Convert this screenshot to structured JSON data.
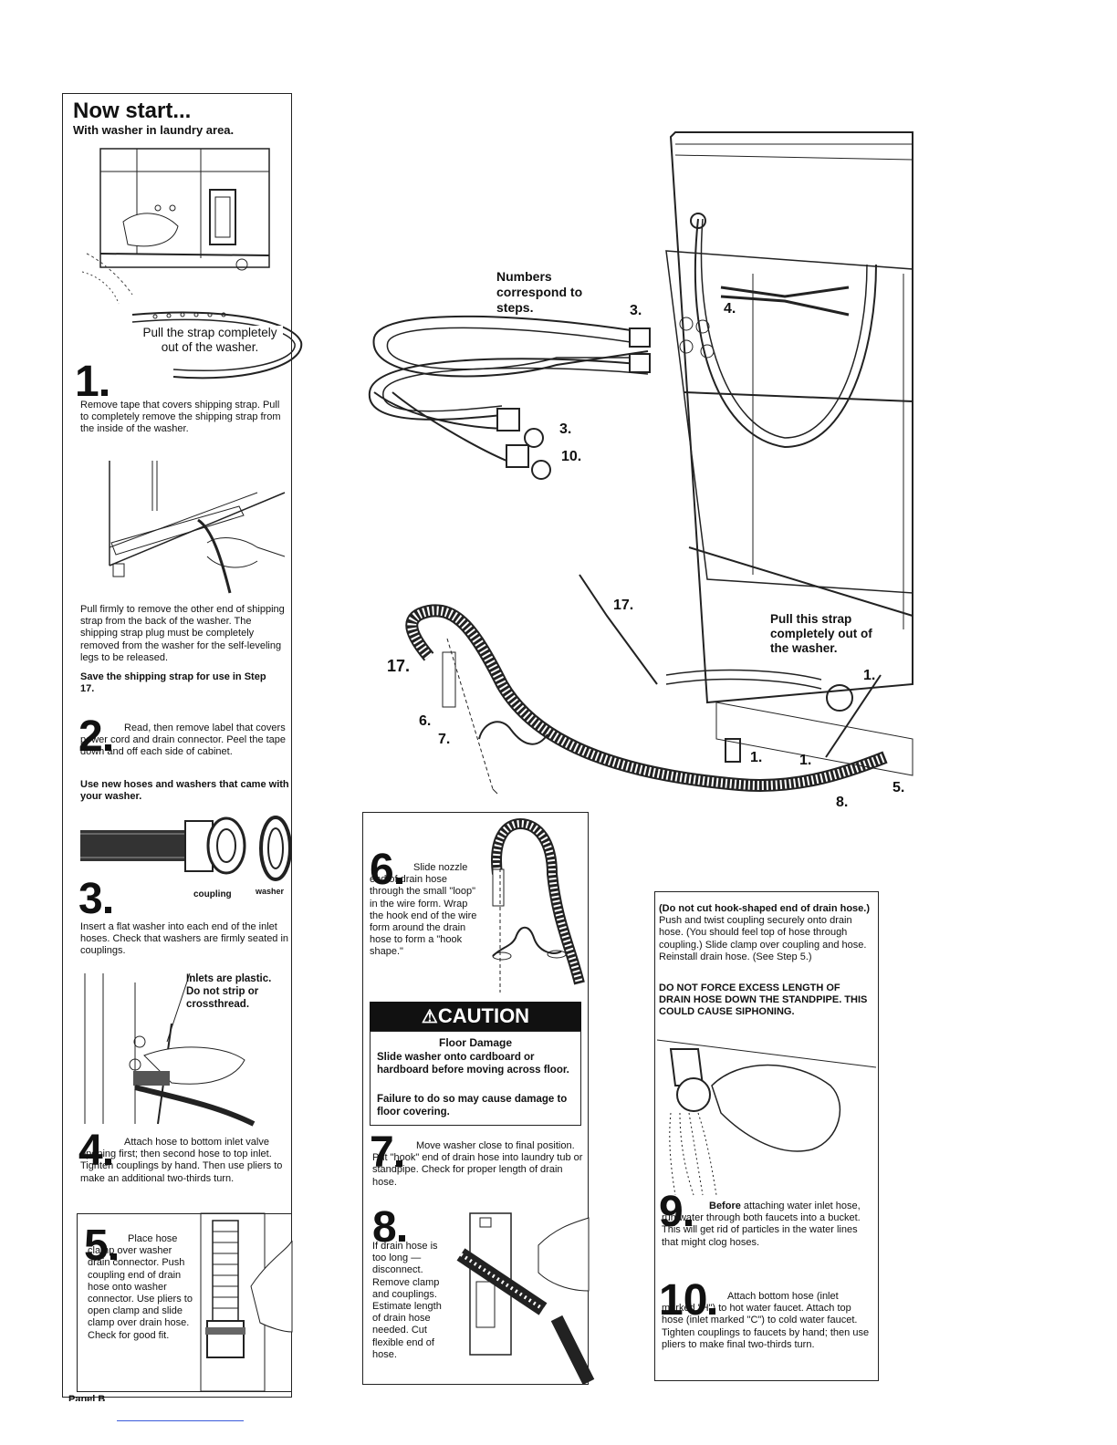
{
  "left_panel": {
    "heading": "Now start...",
    "subheading": "With washer in laundry area.",
    "strap_pull_label": "Pull the strap completely out of the washer.",
    "step1": {
      "number": "1",
      "text": "Remove tape that covers shipping strap. Pull to completely remove the shipping strap from the inside of the washer."
    },
    "step1b": {
      "text": "Pull firmly to remove the other end of shipping strap from the back of the washer. The shipping strap plug must be completely removed from the washer for the self-leveling legs to be released.",
      "note": "Save the shipping strap for use in Step 17."
    },
    "step2": {
      "number": "2",
      "text": "Read, then remove label that covers power cord and drain connector. Peel the tape down and off each side of cabinet.",
      "note": "Use new hoses and washers that came with your washer."
    },
    "step3": {
      "number": "3",
      "label_coupling": "coupling",
      "label_washer": "washer",
      "text": "Insert a flat washer into each end of the inlet hoses. Check that washers are firmly seated in couplings."
    },
    "inlets_note": "Inlets are plastic. Do not strip or crossthread.",
    "step4": {
      "number": "4",
      "text": "Attach hose to bottom inlet valve opening first; then second hose to top inlet. Tighten couplings by hand. Then use pliers to make an additional two-thirds turn."
    },
    "step5": {
      "number": "5",
      "text": "Place hose clamp over washer drain connector. Push coupling end of drain hose onto washer connector. Use pliers to open clamp and slide clamp over drain hose. Check for good fit."
    },
    "footer": "Panel B"
  },
  "diagram": {
    "numbers_note": "Numbers correspond to steps.",
    "pull_strap_note": "Pull this strap completely out of the washer.",
    "callouts": [
      "3.",
      "3.",
      "10.",
      "4.",
      "17.",
      "17.",
      "6.",
      "7.",
      "1.",
      "1.",
      "1.",
      "5.",
      "8."
    ]
  },
  "step6_box": {
    "number": "6",
    "text": "Slide nozzle end of drain hose through the small \"loop\" in the wire form. Wrap the hook end of the wire form around the drain hose to form a \"hook shape.\"",
    "caution": {
      "title": "CAUTION",
      "subtitle": "Floor Damage",
      "line1": "Slide washer onto cardboard or hardboard before moving across floor.",
      "line2": "Failure to do so may cause damage to floor covering."
    }
  },
  "step7": {
    "number": "7",
    "text": "Move washer close to final position. Put \"hook\" end of drain hose into laundry tub or standpipe. Check for proper length of drain hose."
  },
  "step8": {
    "number": "8",
    "text": "If drain hose is too long — disconnect. Remove clamp and couplings. Estimate length of drain hose needed. Cut flexible end of hose."
  },
  "right_box": {
    "intro_bold": "(Do not cut hook-shaped end of drain hose.)",
    "intro_text": "Push and twist coupling securely onto drain hose. (You should feel top of hose through coupling.) Slide clamp over coupling and hose. Reinstall drain hose. (See Step 5.)",
    "warning": "DO NOT FORCE EXCESS LENGTH OF DRAIN HOSE DOWN THE STANDPIPE. THIS COULD CAUSE SIPHONING.",
    "step9": {
      "number": "9",
      "bold": "Before",
      "text": "attaching water inlet hose, run water through both faucets into a bucket. This will get rid of particles in the water lines that might clog hoses."
    },
    "step10": {
      "number": "10",
      "text": "Attach bottom hose (inlet marked \"H\") to hot water faucet. Attach top hose (inlet marked \"C\") to cold water faucet. Tighten couplings to faucets by hand; then use pliers to make final two-thirds turn."
    }
  }
}
